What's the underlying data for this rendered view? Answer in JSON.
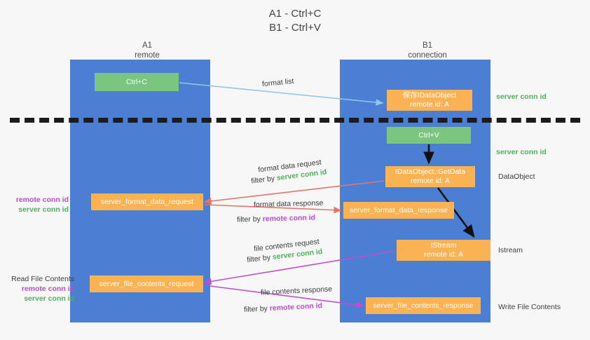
{
  "title": {
    "line1": "A1 - Ctrl+C",
    "line2": "B1 - Ctrl+V"
  },
  "lanes": [
    {
      "id": "a1",
      "name": "A1",
      "sub": "remote",
      "color": "#4a7fd4"
    },
    {
      "id": "b1",
      "name": "B1",
      "sub": "connection",
      "color": "#4a7fd4"
    }
  ],
  "colors": {
    "lane": "#4a7fd4",
    "node_green": "#7ac67f",
    "node_orange": "#fbb253",
    "server_conn_id": "#4fb15c",
    "remote_conn_id": "#bb4ecc",
    "edge_blue": "#8ec6ea",
    "edge_red": "#e8726a",
    "edge_purple": "#c04fd0",
    "edge_black": "#111111",
    "background": "#f7f7f7"
  },
  "nodes": {
    "ctrl_c": {
      "line1": "Ctrl+C",
      "line2": ""
    },
    "idataobject": {
      "line1": "保存IDataObject",
      "line2": "remote id: A"
    },
    "ctrl_v": {
      "line1": "Ctrl+V",
      "line2": ""
    },
    "getdata": {
      "line1": "IDataObject::GetData",
      "line2": "remote id: A"
    },
    "format_data_request": {
      "line1": "server_format_data_request",
      "line2": ""
    },
    "format_data_response": {
      "line1": "server_format_data_response",
      "line2": ""
    },
    "istream": {
      "line1": "IStream",
      "line2": "remote id: A"
    },
    "file_contents_request": {
      "line1": "server_file_contents_request",
      "line2": ""
    },
    "file_contents_response": {
      "line1": "server_file_contents_response",
      "line2": ""
    }
  },
  "edge_labels": {
    "format_list": "format list",
    "format_data_request": "format data request",
    "format_data_request_filter_prefix": "filter by ",
    "format_data_request_filter_key": "server conn id",
    "format_data_response": "format data response",
    "format_data_response_filter_prefix": "filter by ",
    "format_data_response_filter_key": "remote conn id",
    "file_contents_request": "file contents request",
    "file_contents_request_filter_prefix": "filter by ",
    "file_contents_request_filter_key": "server conn id",
    "file_contents_response": "file contents response",
    "file_contents_response_filter_prefix": "filter by ",
    "file_contents_response_filter_key": "remote conn id"
  },
  "annotations": {
    "left_group_1": {
      "remote": "remote conn id",
      "server": "server conn id"
    },
    "left_group_2": {
      "heading": "Read File Contents",
      "remote": "remote conn id",
      "server": "server conn id"
    },
    "right_server_1": "server conn id",
    "right_server_2": "server conn id",
    "right_dataobject": "DataObject",
    "right_istream": "Istream",
    "right_write_file": "Write File Contents"
  }
}
